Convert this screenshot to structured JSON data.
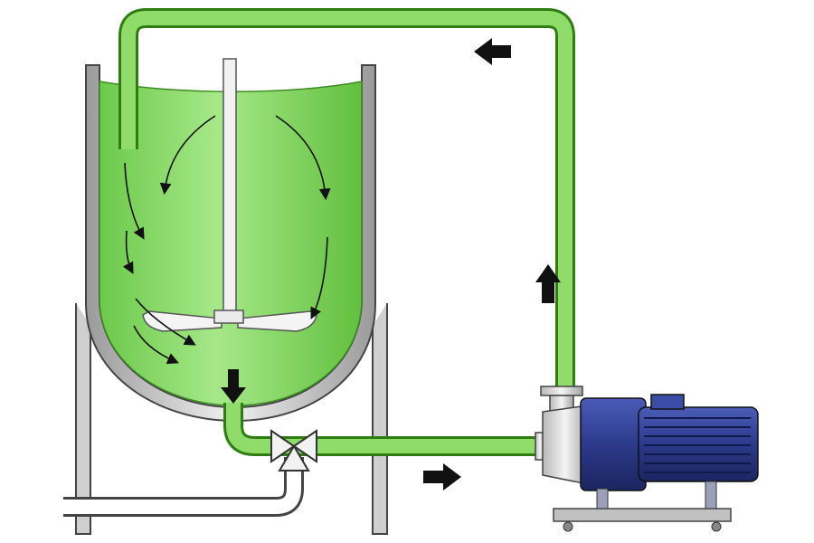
{
  "diagram": {
    "components": [
      {
        "id": "mixing-tank",
        "icon": "tank-icon"
      },
      {
        "id": "agitator",
        "icon": "agitator-icon"
      },
      {
        "id": "three-way-valve",
        "icon": "valve-icon"
      },
      {
        "id": "centrifugal-pump",
        "icon": "pump-icon"
      },
      {
        "id": "electric-motor",
        "icon": "motor-icon"
      },
      {
        "id": "recirculation-line",
        "icon": "pipe-icon"
      },
      {
        "id": "drain-line",
        "icon": "pipe-icon"
      }
    ],
    "flow_arrows": [
      {
        "id": "tank-outlet",
        "direction": "down"
      },
      {
        "id": "suction-line",
        "direction": "right"
      },
      {
        "id": "discharge-riser",
        "direction": "up"
      },
      {
        "id": "return-line",
        "direction": "left"
      }
    ],
    "colors": {
      "liquid": "#7ed957",
      "pipe": "#8fdc6a",
      "pipe_outline": "#2f7d12",
      "steel": "#c9c9c9",
      "steel_outline": "#4a4a4a",
      "motor": "#2f3f8f",
      "arrow": "#111111"
    }
  }
}
